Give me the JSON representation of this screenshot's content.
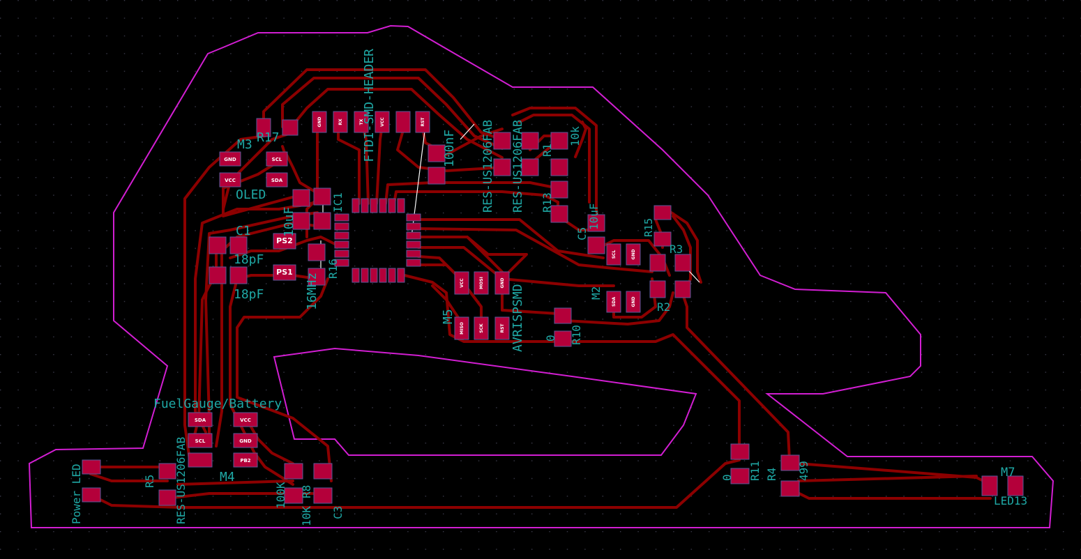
{
  "colors": {
    "background": "#000000",
    "grid": "#3a3a4a",
    "outline": "#d21ed2",
    "trace": "#8c0000",
    "pad": "#b4003a",
    "silk": "#1fa9a6",
    "ratsnest": "#ffffff"
  },
  "labels": {
    "ftdi": "FTDI-SMD-HEADER",
    "res1206a": "RES-US1206FAB",
    "res1206b": "RES-US1206FAB",
    "c100nf": "100nF",
    "m3": "M3",
    "r17": "R17",
    "oled": "OLED",
    "c1": "C1",
    "c18p": "18pF",
    "c18p2": "18pF",
    "c10u": "10uF",
    "crystal": "16MHz",
    "r16": "R16",
    "ic1": "IC1",
    "r13": "R13",
    "r1": "R1",
    "r1val": "10k",
    "c5": "C5",
    "c5val": "10uF",
    "r15": "R15",
    "r3": "R3",
    "m2": "M2",
    "r2": "R2",
    "avrisp": "AVRISPSMD",
    "m5": "M5",
    "r10": "R10",
    "zero": "0",
    "fuel": "FuelGauge/Battery",
    "powerled": "Power LED",
    "r5": "R5",
    "m4": "M4",
    "r8": "R8",
    "k100": "100K",
    "k10": "10K",
    "c3": "C3",
    "r11": "R11",
    "r4": "R4",
    "r499": "499",
    "m7": "M7",
    "led13": "LED13",
    "ps1": "PS1",
    "ps2": "PS2"
  },
  "pin_labels": {
    "gnd": "GND",
    "vcc": "VCC",
    "scl": "SCL",
    "sda": "SDA",
    "rx": "RX",
    "tx": "TX",
    "mosi": "MOSI",
    "miso": "MISO",
    "sck": "SCK",
    "rst": "RST",
    "pb2": "PB2"
  },
  "icons": [
    "component-pad",
    "ratsnest-line"
  ]
}
